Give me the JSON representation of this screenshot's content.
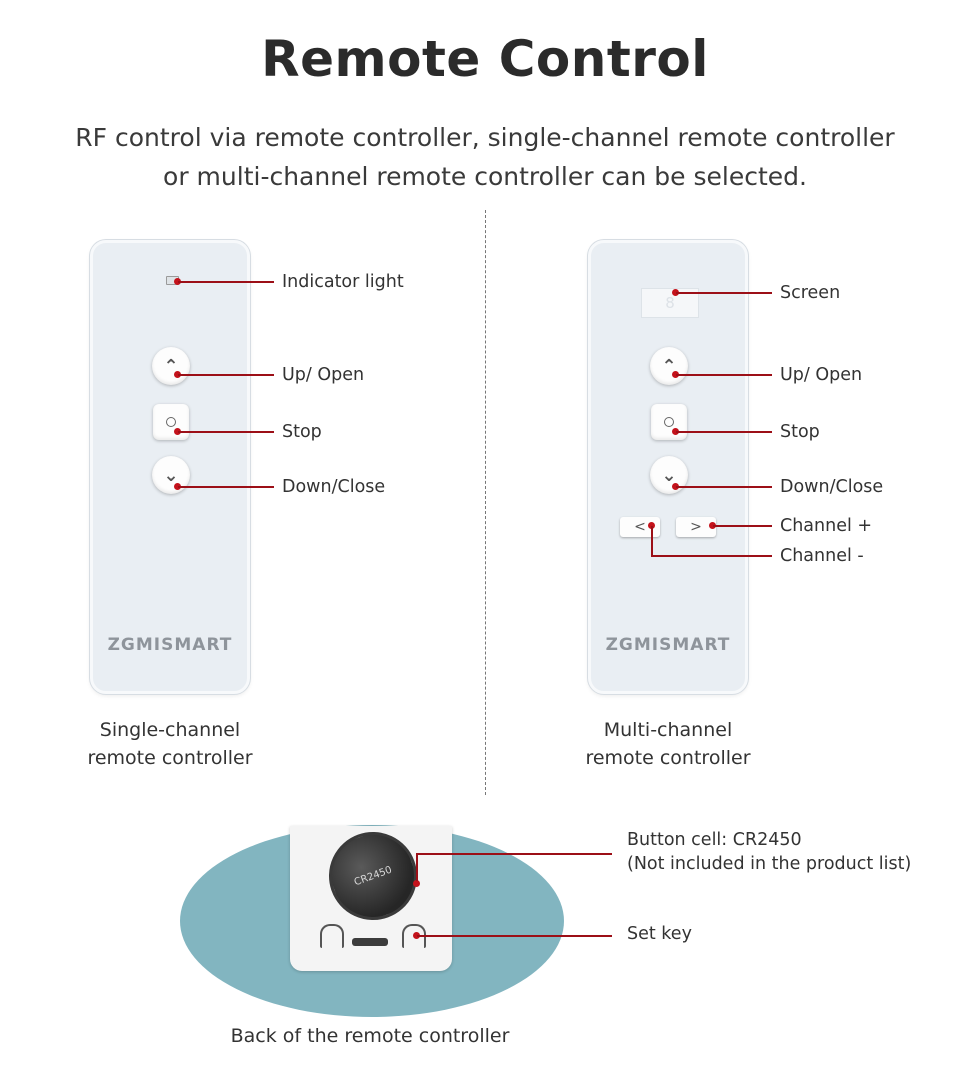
{
  "header": {
    "title": "Remote Control",
    "subtitle_line1": "RF control via remote controller, single-channel remote controller",
    "subtitle_line2": "or multi-channel remote controller can be selected."
  },
  "single_remote": {
    "brand": "ZGMISMART",
    "labels": {
      "indicator": "Indicator light",
      "up": "Up/ Open",
      "stop": "Stop",
      "down": "Down/Close"
    },
    "caption_line1": "Single-channel",
    "caption_line2": "remote controller"
  },
  "multi_remote": {
    "brand": "ZGMISMART",
    "screen_digit": "8",
    "labels": {
      "screen": "Screen",
      "up": "Up/ Open",
      "stop": "Stop",
      "down": "Down/Close",
      "channel_plus": "Channel +",
      "channel_minus": "Channel -"
    },
    "caption_line1": "Multi-channel",
    "caption_line2": "remote controller"
  },
  "back_view": {
    "battery_label_line1": "Button cell: CR2450",
    "battery_label_line2": "(Not included in the product list)",
    "set_key_label": "Set key",
    "caption": "Back of the remote controller",
    "coin_text": "CR2450"
  },
  "colors": {
    "callout": "#c4121b",
    "remote_body": "#e9eef3",
    "ellipse": "#82b5c0"
  }
}
